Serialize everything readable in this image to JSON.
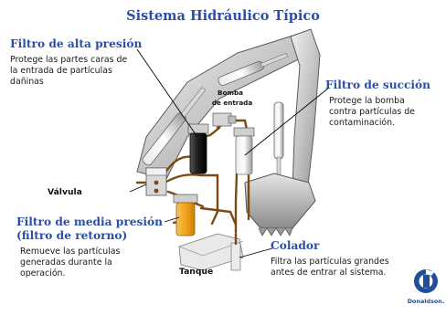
{
  "title": "Sistema Hidráulico Típico",
  "callouts": {
    "high_pressure": {
      "heading": "Filtro de alta presión",
      "lines": [
        "Protege las partes caras de",
        "la entrada de partículas",
        "dañinas"
      ]
    },
    "suction": {
      "heading": "Filtro de succión",
      "lines": [
        "Protege la bomba",
        "contra partículas de",
        "contaminación."
      ]
    },
    "return": {
      "heading_lines": [
        "Filtro de media presión",
        "(filtro de retorno)"
      ],
      "lines": [
        "Remueve las partículas",
        "generadas durante la",
        "operación."
      ]
    },
    "strainer": {
      "heading": "Colador",
      "lines": [
        "Filtra las partículas grandes",
        "antes de entrar al sistema."
      ]
    }
  },
  "labels": {
    "valve": "Válvula",
    "pump": [
      "Bomba",
      "de entrada"
    ],
    "tank": "Tanque"
  },
  "logo": {
    "name": "Donaldson.",
    "color": "#1f4e9a"
  },
  "colors": {
    "heading": "#2b4fa6",
    "hose": "#7a4a12",
    "filter_orange": "#f2a41a",
    "arm": "#c9c9c9"
  }
}
